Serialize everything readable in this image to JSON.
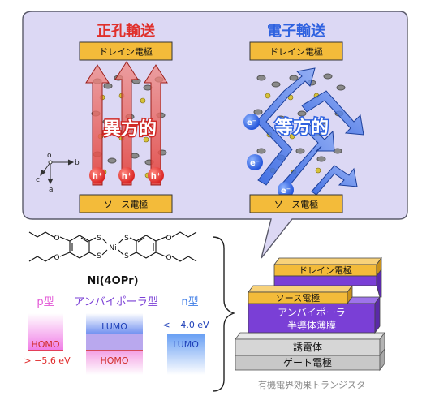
{
  "top_panel": {
    "left": {
      "title": "正孔輸送",
      "drain_label": "ドレイン電極",
      "source_label": "ソース電極",
      "property": "異方的",
      "carrier": "h⁺"
    },
    "right": {
      "title": "電子輸送",
      "drain_label": "ドレイン電極",
      "source_label": "ソース電極",
      "property": "等方的",
      "carrier": "e⁻"
    },
    "axes": {
      "o": "o",
      "b": "b",
      "c": "c",
      "a": "a"
    }
  },
  "molecule": {
    "name": "Ni(4OPr)",
    "atoms": {
      "s": "S",
      "ni": "Ni",
      "o": "O"
    }
  },
  "energy_diagram": {
    "p_type": {
      "label": "p型",
      "level": "HOMO",
      "value": "> −5.6 eV"
    },
    "ambipolar": {
      "label": "アンバイポーラ型",
      "lumo": "LUMO",
      "homo": "HOMO"
    },
    "n_type": {
      "label": "n型",
      "value": "< −4.0 eV",
      "level": "LUMO"
    }
  },
  "device": {
    "layers": {
      "drain": "ドレイン電極",
      "source": "ソース電極",
      "semiconductor_line1": "アンバイポーラ",
      "semiconductor_line2": "半導体薄膜",
      "dielectric": "誘電体",
      "gate": "ゲート電極"
    },
    "caption": "有機電界効果トランジスタ"
  },
  "colors": {
    "panel_bg": "#dcd8f4",
    "panel_border": "#5a5a6a",
    "electrode_fill": "#f3bb3a",
    "hole_red": "#e0302c",
    "electron_blue": "#2f62e0",
    "purple_layer": "#7a3fd6",
    "p_type_pink": "#e255d6",
    "n_type_blue": "#3f7de6"
  }
}
